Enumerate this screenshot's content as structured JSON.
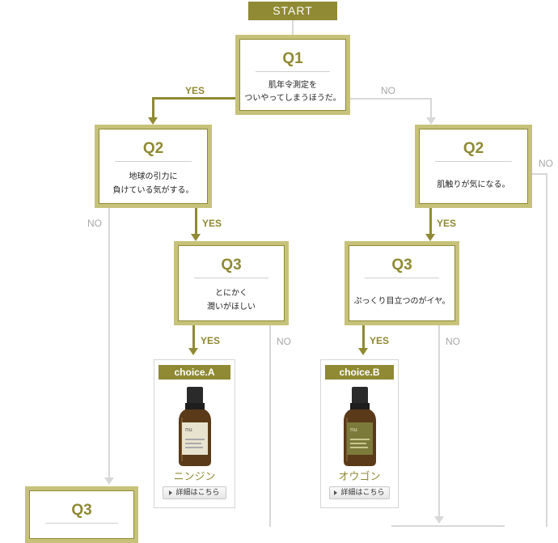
{
  "start": "START",
  "labels": {
    "yes": "YES",
    "no": "NO"
  },
  "questions": {
    "left_q1": {
      "label": "Q1",
      "text_line1": "肌年令測定を",
      "text_line2": "ついやってしまうほうだ。"
    },
    "left_q2": {
      "label": "Q2",
      "text_line1": "地球の引力に",
      "text_line2": "負けている気がする。"
    },
    "mid_q3": {
      "label": "Q3",
      "text_line1": "とにかく",
      "text_line2": "潤いがほしい"
    },
    "right_q2": {
      "label": "Q2",
      "text_line1": "肌触りが気になる。"
    },
    "right_q3": {
      "label": "Q3",
      "text_line1": "ぷっくり目立つのがイヤ。"
    },
    "bottom_q3": {
      "label": "Q3"
    }
  },
  "choices": [
    {
      "tag": "choice.A",
      "name": "ニンジン",
      "button": "詳細はこちら",
      "bottle_brand": "nu",
      "label_color": "#e8e3cf"
    },
    {
      "tag": "choice.B",
      "name": "オウゴン",
      "button": "詳細はこちら",
      "bottle_brand": "nu",
      "label_color": "#7c7a3a"
    }
  ],
  "colors": {
    "accent": "#8f8a33",
    "no_line": "#d8d8d8",
    "box_border": "#c7c27a"
  }
}
